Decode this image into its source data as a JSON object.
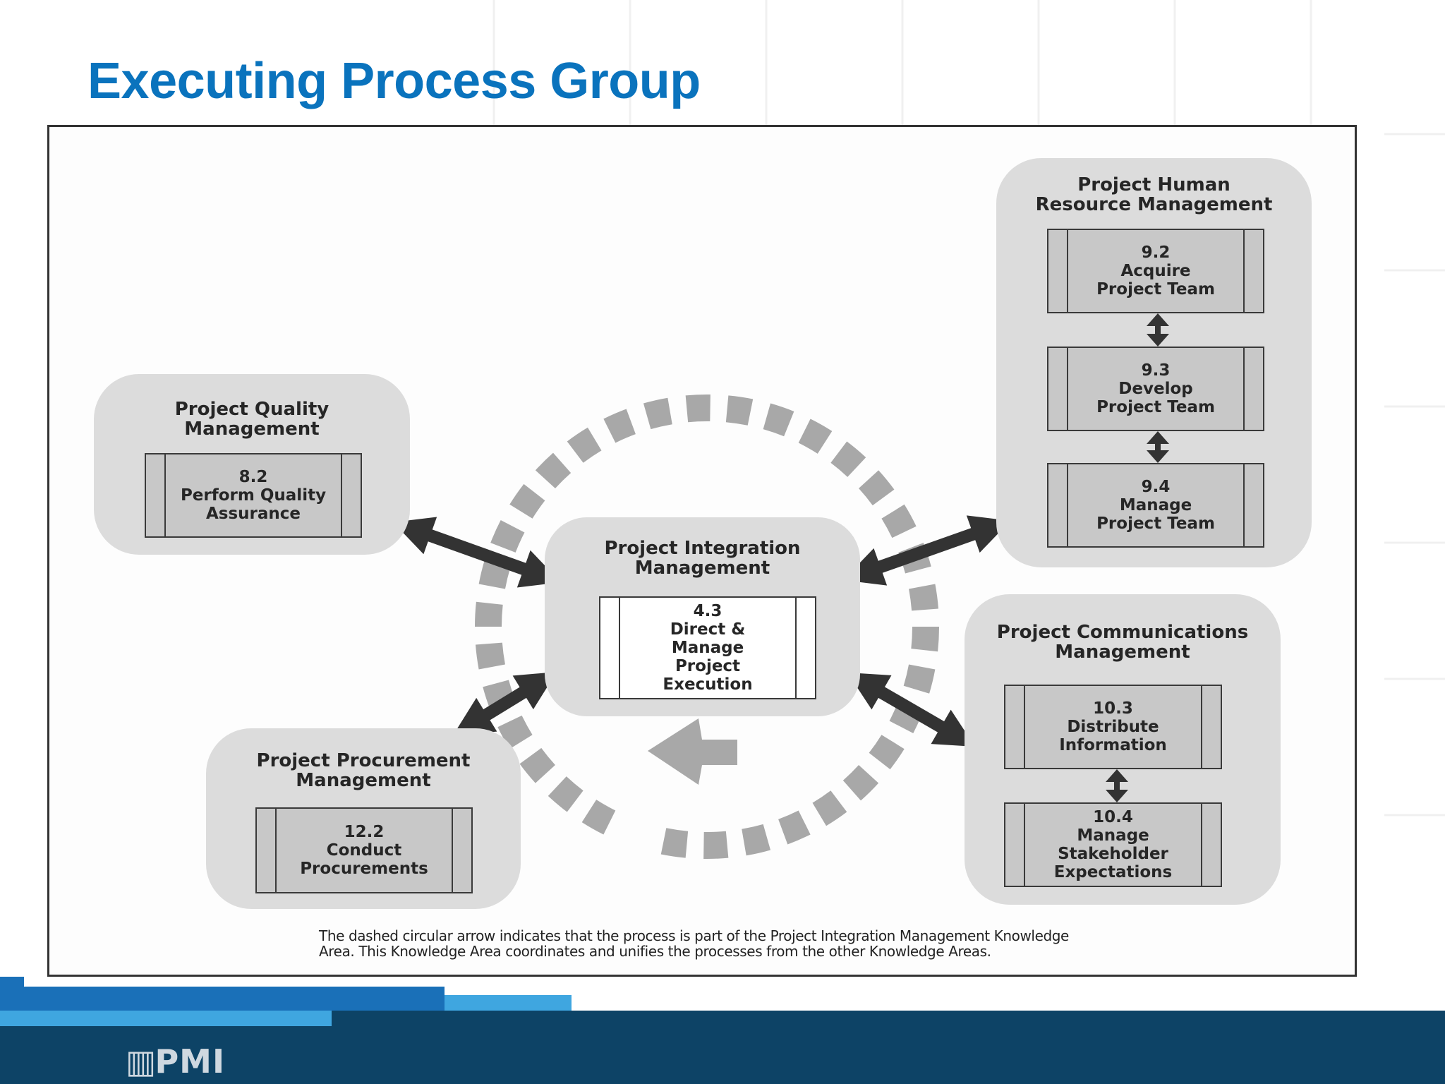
{
  "slide": {
    "title": "Executing Process Group"
  },
  "colors": {
    "title_blue": "#0a73bd",
    "group_fill": "#dcdcdc",
    "process_fill": "#c8c8c8",
    "arrow_dark": "#333333",
    "dashed_circle": "#a8a8a8",
    "footer_navy": "#0d4366",
    "footer_blue": "#1a70b8",
    "footer_light_blue": "#3fa6e0"
  },
  "diagram": {
    "center": {
      "title": [
        "Project Integration",
        "Management"
      ],
      "process": {
        "number": "4.3",
        "lines": [
          "Direct &",
          "Manage",
          "Project",
          "Execution"
        ]
      }
    },
    "quality": {
      "title": [
        "Project Quality",
        "Management"
      ],
      "process": {
        "number": "8.2",
        "lines": [
          "Perform Quality",
          "Assurance"
        ]
      }
    },
    "human_resource": {
      "title": [
        "Project Human",
        "Resource Management"
      ],
      "processes": [
        {
          "number": "9.2",
          "lines": [
            "Acquire",
            "Project Team"
          ]
        },
        {
          "number": "9.3",
          "lines": [
            "Develop",
            "Project Team"
          ]
        },
        {
          "number": "9.4",
          "lines": [
            "Manage",
            "Project Team"
          ]
        }
      ]
    },
    "communications": {
      "title": [
        "Project Communications",
        "Management"
      ],
      "processes": [
        {
          "number": "10.3",
          "lines": [
            "Distribute",
            "Information"
          ]
        },
        {
          "number": "10.4",
          "lines": [
            "Manage",
            "Stakeholder",
            "Expectations"
          ]
        }
      ]
    },
    "procurement": {
      "title": [
        "Project Procurement",
        "Management"
      ],
      "process": {
        "number": "12.2",
        "lines": [
          "Conduct",
          "Procurements"
        ]
      }
    },
    "footnote": [
      "The dashed circular arrow indicates that the process is part of the Project Integration Management Knowledge",
      "Area. This Knowledge Area coordinates and unifies the processes from the other Knowledge Areas."
    ]
  },
  "footer": {
    "logo_text": "PMI",
    "logo_icon": "pmi-logo-icon"
  }
}
